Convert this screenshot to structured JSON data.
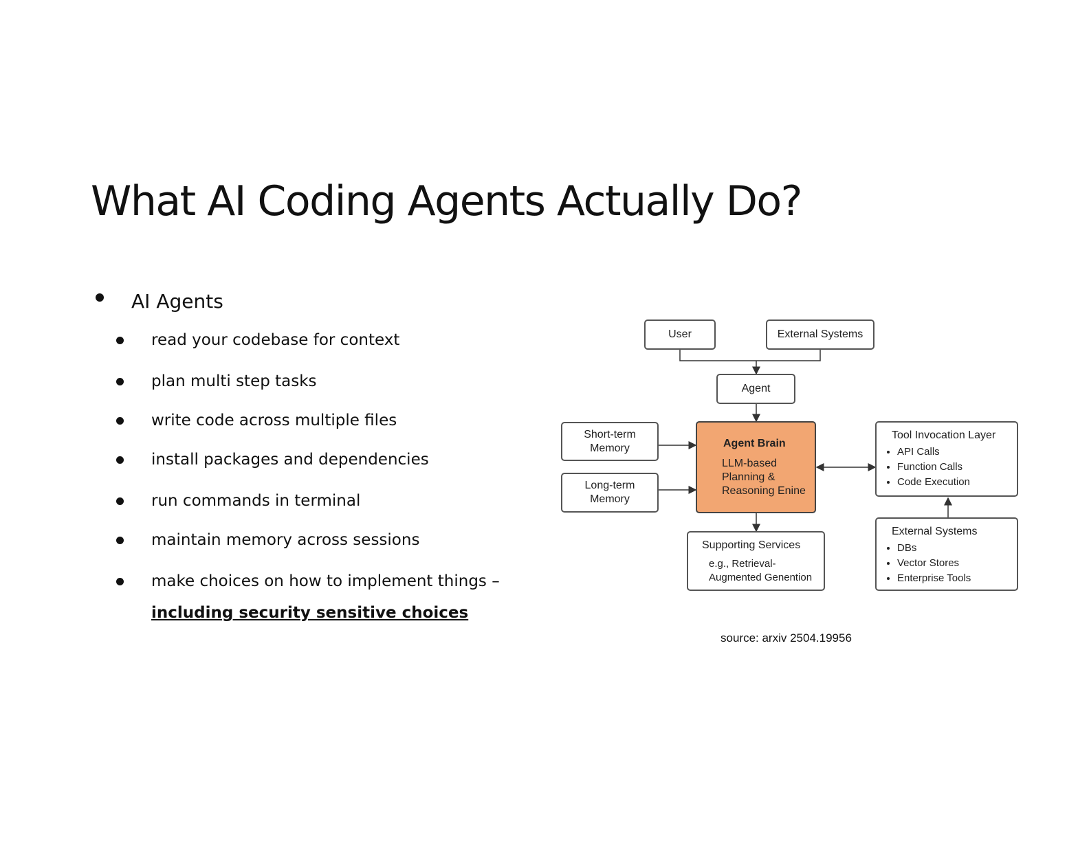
{
  "slide": {
    "title": "What AI Coding Agents Actually Do?",
    "bullet": "AI Agents",
    "items": [
      "read your codebase for context",
      "plan multi step tasks",
      "write code across multiple files",
      "install packages and dependencies",
      "run commands in terminal",
      "maintain memory across sessions",
      "make choices on how to implement things –"
    ],
    "emphasis": "including security sensitive choices"
  },
  "diagram": {
    "user": "User",
    "external_systems_top": "External Systems",
    "agent": "Agent",
    "short_term_memory": "Short-term\nMemory",
    "long_term_memory": "Long-term\nMemory",
    "brain_title": "Agent Brain",
    "brain_body": "LLM-based\nPlanning &\nReasoning Enine",
    "tool_layer": {
      "title": "Tool Invocation Layer",
      "items": [
        "API Calls",
        "Function Calls",
        "Code Execution"
      ]
    },
    "external_systems": {
      "title": "External Systems",
      "items": [
        "DBs",
        "Vector Stores",
        "Enterprise Tools"
      ]
    },
    "supporting_services": {
      "title": "Supporting Services",
      "body": "e.g., Retrieval-\nAugmented Genention"
    },
    "brain_color": "#f2a672"
  },
  "source": "source: arxiv 2504.19956"
}
